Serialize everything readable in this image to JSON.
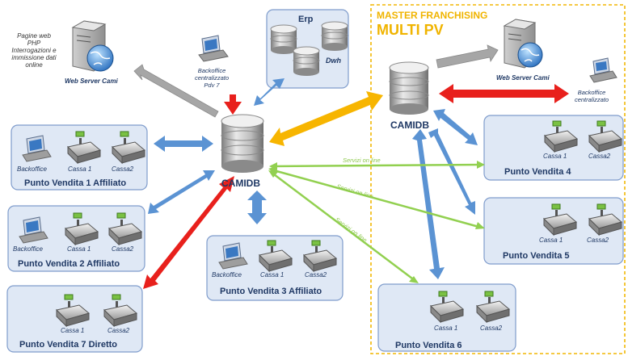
{
  "master": {
    "title_line1": "MASTER FRANCHISING",
    "title_line2": "MULTI PV"
  },
  "web_note": {
    "line1": "Pagine web",
    "line2": "PHP",
    "line3": "Interrogazioni e",
    "line4": "immissione dati",
    "line5": "online"
  },
  "web_server_left": "Web Server Cami",
  "web_server_right": "Web Server Cami",
  "erp": {
    "title": "Erp",
    "dwh": "Dwh"
  },
  "backoffice_central_left": {
    "line1": "Backoffice",
    "line2": "centralizzato",
    "line3": "Pdv 7"
  },
  "backoffice_central_right": {
    "line1": "Backoffice",
    "line2": "centralizzato"
  },
  "camidb_center": "CAMIDB",
  "camidb_right": "CAMIDB",
  "services": {
    "s1": "Servizi on line",
    "s2": "Servizi on line",
    "s3": "Servizi on line"
  },
  "stores": {
    "pv1": {
      "title": "Punto Vendita 1 Affiliato",
      "backoffice": "Backoffice",
      "cassa1": "Cassa 1",
      "cassa2": "Cassa2"
    },
    "pv2": {
      "title": "Punto Vendita 2 Affiliato",
      "backoffice": "Backoffice",
      "cassa1": "Cassa 1",
      "cassa2": "Cassa2"
    },
    "pv3": {
      "title": "Punto Vendita 3  Affiliato",
      "backoffice": "Backoffice",
      "cassa1": "Cassa 1",
      "cassa2": "Cassa2"
    },
    "pv7": {
      "title": "Punto Vendita 7 Diretto",
      "cassa1": "Cassa 1",
      "cassa2": "Cassa2"
    },
    "pv4": {
      "title": "Punto Vendita 4",
      "cassa1": "Cassa 1",
      "cassa2": "Cassa2"
    },
    "pv5": {
      "title": "Punto Vendita 5",
      "cassa1": "Cassa 1",
      "cassa2": "Cassa2"
    },
    "pv6": {
      "title": "Punto Vendita 6",
      "cassa1": "Cassa 1",
      "cassa2": "Cassa2"
    }
  },
  "colors": {
    "panel_fill": "#dfe8f5",
    "panel_stroke": "#7f9ccc",
    "master_border": "#f2b705",
    "master_title": "#f0b400",
    "arrow_blue": "#5b93d3",
    "arrow_red": "#e8201c",
    "arrow_orange": "#f7b500",
    "arrow_green": "#92d050",
    "arrow_gray": "#a6a6a6",
    "title_text": "#1f3864"
  }
}
